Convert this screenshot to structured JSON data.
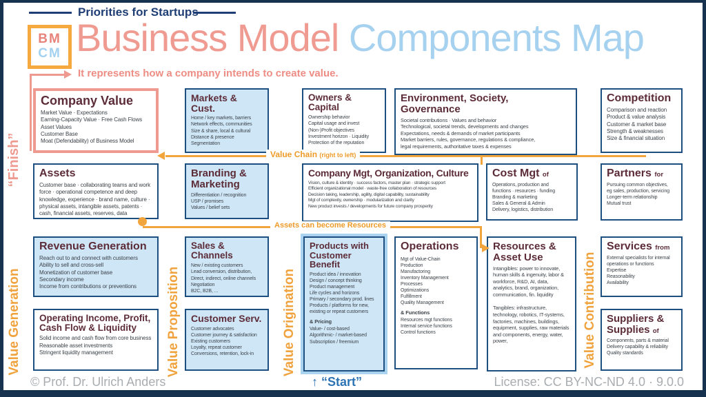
{
  "header": {
    "tagline": "Priorities for Startups",
    "logo_line1": "BM",
    "logo_line2": "CM",
    "title_primary": "Business Model ",
    "title_secondary": "Components Map",
    "subtitle": "It represents how a company intends to create value."
  },
  "annotations": {
    "finish_label": "“Finish”",
    "start_arrow": "↑",
    "start_label": "“Start”",
    "value_chain_label": "Value Chain",
    "value_chain_sub": "(right to left)",
    "assets_resources_label": "Assets can become Resources",
    "side_label_generation": "Value Generation",
    "side_label_proposition": "Value Proposition",
    "side_label_origination": "Value Origination",
    "side_label_contribution": "Value Contribution"
  },
  "boxes": {
    "company_value": {
      "title": "Company Value",
      "body": "Market Value · Expectations\nEarning-Capacity Value · Free Cash Flows\nAsset Values\nCustomer Base\nMoat (Defendability) of Business Model"
    },
    "markets": {
      "title": "Markets & Cust.",
      "body": "Home / key markets, barriers\nNetwork effects, communities\nSize & share, local & cultural\nDistance & presence\nSegmentation"
    },
    "owners": {
      "title": "Owners & Capital",
      "body": "Ownership behavior\nCapital usage and invest\n(Non-)Profit objectives\nInvestment horizon · Liquidity\nProtection of the reputation"
    },
    "environment": {
      "title": "Environment, Society, Governance",
      "body": "Societal contributions · Values and behavior\nTechnological, societal trends, developments and changes\nExpectations, needs & demands of market participants\nMarket barriers, rules, governance, regulations & compliance,\nlegal requirements, authoritative taxes & expenses"
    },
    "competition": {
      "title": "Competition",
      "body": "Comparison and reaction\nProduct & value analysis\nCustomer & market base\nStrength & weaknesses\nSize & financial situation"
    },
    "assets": {
      "title": "Assets",
      "body": "Customer base · collaborating teams and work force · operational competence and deep knowledge, experience · brand name, culture · physical assets, intangible assets, patents · cash, financial assets, reserves, data"
    },
    "branding": {
      "title": "Branding & Marketing",
      "body": "Differentiation / recognition\nUSP / promises\nValues / belief sets"
    },
    "company_mgt": {
      "title": "Company Mgt, Organization, Culture",
      "body": "Vision, culture & identity · success factors, master plan · strategic support\nEfficient organizational model · waste-free collaboration of resources\nDecision taking, leadership, agility, digital capability, sustainability\nMgt of complexity, ownership · modularization and clarity\nNew product invests / developments for future company prosperity"
    },
    "cost_mgt": {
      "title": "Cost Mgt",
      "suffix": "of",
      "body": "Operations, production and\nfunctions · resources · funding\nBranding & marketing\nSales & General & Admin\nDelivery, logistics, distribution"
    },
    "partners": {
      "title": "Partners",
      "suffix": "for",
      "body": "Pursuing common objectives,\neg sales, production, servicing\nLonger-term relationship\nMutual trust"
    },
    "revenue": {
      "title": "Revenue Generation",
      "body": "Reach out to and connect with customers\nAbility to sell and cross-sell\nMonetization of customer base\nSecondary income\nIncome from contributions or preventions"
    },
    "sales": {
      "title": "Sales & Channels",
      "body": "New / existing customers\nLead conversion, distribution,\nDirect, indirect, online channels\nNegotiation\nB2C, B2B, ..."
    },
    "products": {
      "title": "Products with Customer Benefit",
      "body": "Product idea / innovation\nDesign / concept thinking\nProduct management\nLife cycles and horizons\nPrimary / secondary prod. lines\nProducts / platforms for new,\nexisting or repeat customers",
      "title2": "& Pricing",
      "body2": "Value- / cost-based\nAlgorithmic- / market-based\nSubscription / freemium"
    },
    "operations": {
      "title": "Operations",
      "body": "Mgt of Value-Chain\nProduction\nManufactoring\nInventory Management\nProcesses\nOptimizations\nFulfillment\nQuality Management",
      "title2": "& Functions",
      "body2": "Resources mgt functions\nInternal service functions\nControl functions"
    },
    "resources": {
      "title": "Resources & Asset Use",
      "body": "Intangibles: power to innovate, human skills & ingenuity, labor & workforce, R&D, AI, data, analytics, brand, organization, communication, fin. liquidity\n\nTangibles: infrastructure, technology, robotics, IT-systems, factories, machines, buildings, equipment, supplies, raw materials and components, energy, water, power,"
    },
    "services": {
      "title": "Services",
      "suffix": "from",
      "body": "External specialists for internal\noperations or functions\nExpertise\nReasonability\nAvailability"
    },
    "customer_serv": {
      "title": "Customer Serv.",
      "body": "Customer advocates\nCustomer journey & satisfaction\nExisting customers\nLoyalty, repeat customer\nConversions, retention, lock-in"
    },
    "operating_income": {
      "title": "Operating Income, Profit, Cash Flow & Liquidity",
      "body": "Solid income and cash flow from core business\nReasonable asset investments\nStringent liquidity management"
    },
    "suppliers": {
      "title": "Suppliers & Supplies",
      "suffix": "of",
      "body": "Components, parts & material\nDelivery capability & reliability\nQuality standards"
    }
  },
  "footer": {
    "copyright": "© Prof. Dr. Ulrich Anders",
    "license": "License: CC BY-NC-ND 4.0 · 9.0.0"
  },
  "colors": {
    "salmon": "#ef9a91",
    "light_blue": "#a6d2f0",
    "box_fill_blue": "#cfe6f7",
    "navy_border": "#1c4e80",
    "orange": "#f2a53c",
    "title_maroon": "#5c2c38",
    "body_text": "#3c4248",
    "footer_gray": "#a9adb0",
    "start_blue": "#2d74b5",
    "frame_navy": "#16324f"
  }
}
